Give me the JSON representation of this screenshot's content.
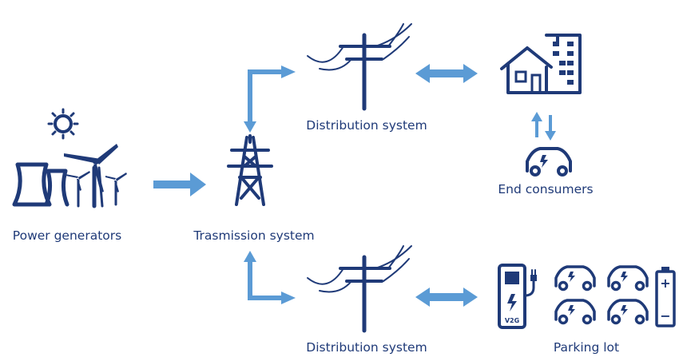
{
  "nodes": {
    "power_generators": "Power generators",
    "transmission": "Trasmission system",
    "distribution_top": "Distribution system",
    "distribution_bottom": "Distribution system",
    "end_consumers": "End consumers",
    "parking_lot": "Parking lot"
  },
  "charger_label": "V2G",
  "battery": {
    "plus": "+",
    "minus": "−"
  },
  "colors": {
    "icon": "#1f3a78",
    "arrow": "#5b9bd5"
  }
}
